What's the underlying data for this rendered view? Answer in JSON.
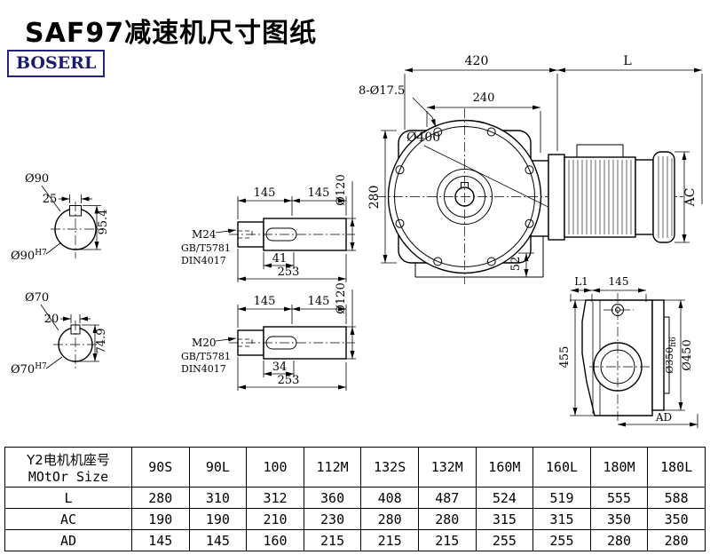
{
  "header": {
    "title": "SAF97减速机尺寸图纸",
    "brand": "BOSERL"
  },
  "labels": {
    "s90": {
      "dia": "Ø90",
      "key_w": "25",
      "height": "95.4",
      "fit_base": "Ø90",
      "fit_sup": "H7"
    },
    "s70": {
      "dia": "Ø70",
      "key_w": "20",
      "height": "74.9",
      "fit_base": "Ø70",
      "fit_sup": "H7"
    },
    "shaft_top": {
      "seg1": "145",
      "seg2": "145",
      "dia": "Ø120",
      "thread": "M24",
      "std1": "GB/T5781",
      "std2": "DIN4017",
      "depth": "41",
      "len": "253"
    },
    "shaft_bot": {
      "seg1": "145",
      "seg2": "145",
      "dia": "Ø120",
      "thread": "M20",
      "std1": "GB/T5781",
      "std2": "DIN4017",
      "depth": "34",
      "len": "253"
    },
    "front": {
      "w420": "420",
      "total": "L",
      "holes": "8-Ø17.5",
      "w240": "240",
      "dia400": "Ø400",
      "h280": "280",
      "h52": "52",
      "ac": "AC"
    },
    "side": {
      "l1": "L1",
      "w145": "145",
      "h455": "455",
      "dia350_base": "Ø350",
      "dia350_tol": "h6",
      "dia450": "Ø450",
      "ad": "AD"
    }
  },
  "table": {
    "header_cn": "Y2电机机座号",
    "header_en": "MOtOr Size",
    "sizes": [
      "90S",
      "90L",
      "100",
      "112M",
      "132S",
      "132M",
      "160M",
      "160L",
      "180M",
      "180L"
    ],
    "rows": [
      {
        "label": "L",
        "values": [
          "280",
          "310",
          "312",
          "360",
          "408",
          "487",
          "524",
          "519",
          "555",
          "588"
        ]
      },
      {
        "label": "AC",
        "values": [
          "190",
          "190",
          "210",
          "230",
          "280",
          "280",
          "315",
          "315",
          "350",
          "350"
        ]
      },
      {
        "label": "AD",
        "values": [
          "145",
          "145",
          "160",
          "215",
          "215",
          "215",
          "255",
          "255",
          "280",
          "280"
        ]
      }
    ]
  }
}
